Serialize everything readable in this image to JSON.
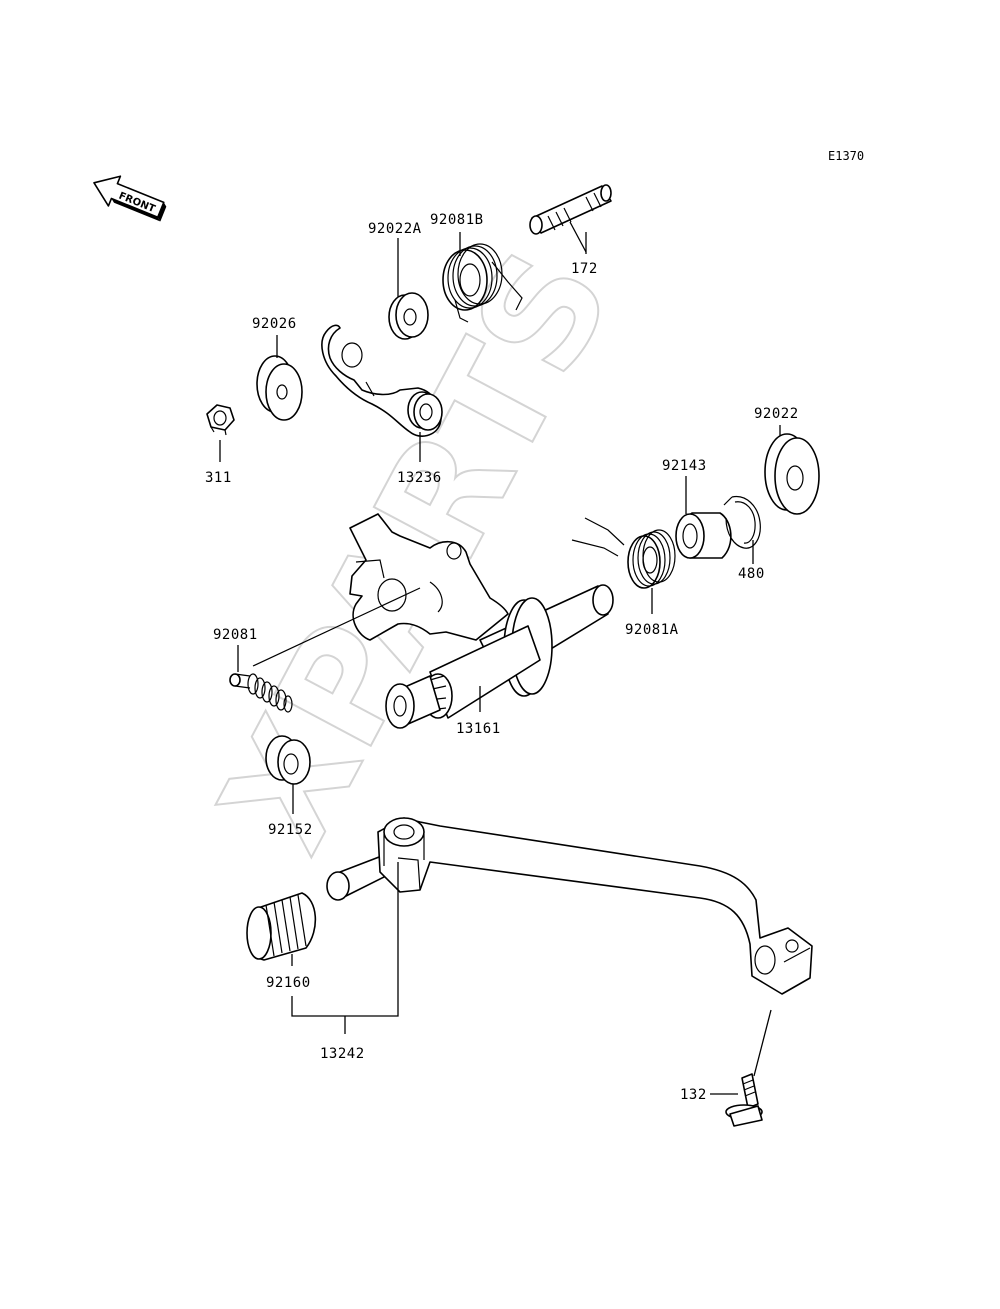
{
  "diagram": {
    "code": "E1370",
    "front_label": "FRONT",
    "watermark": "XPARTS",
    "parts": {
      "p172": "172",
      "p92081B": "92081B",
      "p92022A": "92022A",
      "p92026": "92026",
      "p311": "311",
      "p13236": "13236",
      "p92022": "92022",
      "p92143": "92143",
      "p480": "480",
      "p92081A": "92081A",
      "p92081": "92081",
      "p13161": "13161",
      "p92152": "92152",
      "p92160": "92160",
      "p13242": "13242",
      "p132": "132"
    }
  }
}
